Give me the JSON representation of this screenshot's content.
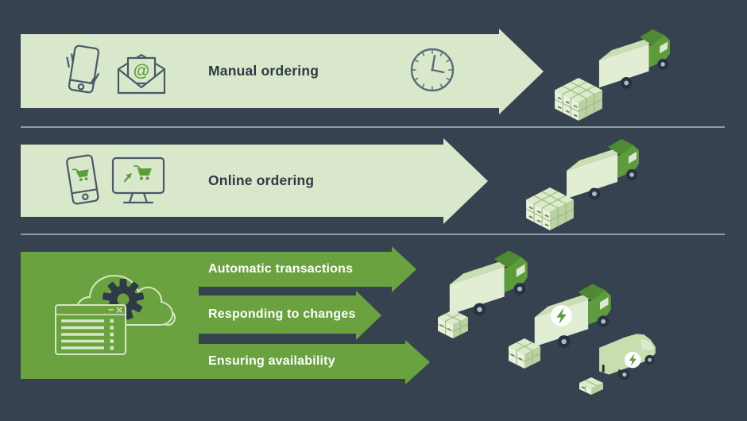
{
  "colors": {
    "background": "#36424f",
    "light_band": "#d9e8cb",
    "green": "#69a23f",
    "dark_navy": "#2e3a47",
    "label_light": "#ffffff",
    "divider": "#8f9ea9",
    "icon_outline": "#47596b",
    "icon_green": "#5a9e3c",
    "truck_side": "#e1eed4",
    "cab_green": "#5d9c3c"
  },
  "rows": [
    {
      "name": "manual-ordering",
      "label": "Manual ordering",
      "band_style": "light-green",
      "icons": [
        "vibrating-phone-icon",
        "envelope-at-icon",
        "clock-icon"
      ],
      "cargo": [
        "parcel-stack",
        "box-truck"
      ]
    },
    {
      "name": "online-ordering",
      "label": "Online ordering",
      "band_style": "light-green",
      "icons": [
        "smartphone-cart-icon",
        "monitor-cart-icon"
      ],
      "cargo": [
        "parcel-stack",
        "box-truck"
      ]
    },
    {
      "name": "automated-ordering",
      "band_style": "green",
      "icons": [
        "cloud-icon",
        "gear-icon",
        "order-list-window-icon"
      ],
      "arrows": [
        {
          "label": "Automatic transactions"
        },
        {
          "label": "Responding to changes"
        },
        {
          "label": "Ensuring availability"
        }
      ],
      "cargo": [
        "box-truck",
        "parcel-stack-small",
        "electric-box-truck",
        "parcel-stack-small",
        "electric-van",
        "parcel-box"
      ]
    }
  ]
}
